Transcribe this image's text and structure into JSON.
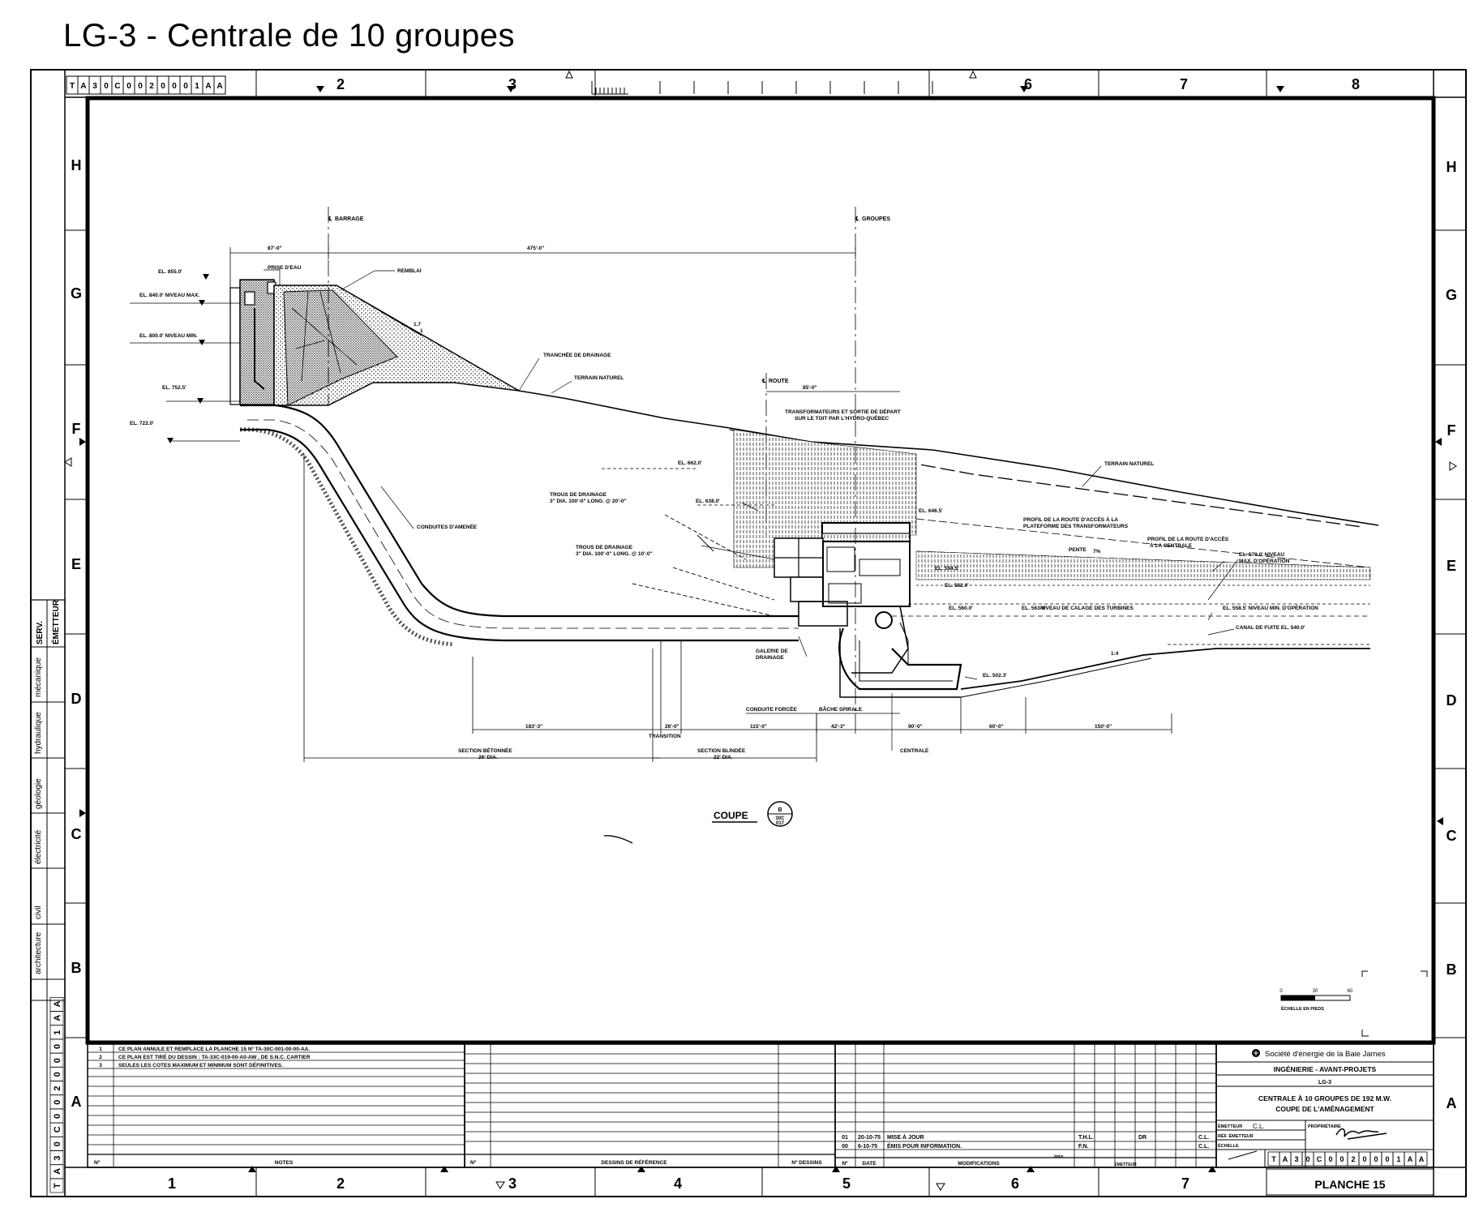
{
  "page_title": "LG-3 - Centrale de 10 groupes",
  "drawing_code_boxes": [
    "T",
    "A",
    "3",
    "0",
    "C",
    "0",
    "0",
    "2",
    "0",
    "0",
    "0",
    "1",
    "A",
    "A"
  ],
  "drawing_code_short": "TA 30C00200 01 AA",
  "column_numbers": [
    "2",
    "3",
    "6",
    "7",
    "8"
  ],
  "bottom_column_numbers": [
    "1",
    "2",
    "3",
    "4",
    "5",
    "6",
    "7"
  ],
  "row_letters": [
    "H",
    "G",
    "F",
    "E",
    "D",
    "C",
    "B",
    "A"
  ],
  "discipline_labels": [
    "mécanique",
    "hydraulique",
    "géologie",
    "électricité",
    "civil",
    "architecture"
  ],
  "side_header": [
    "SERV.",
    "ÉMETTEUR"
  ],
  "axes": {
    "barrage": "BARRAGE",
    "groupes": "GROUPES",
    "route": "ROUTE"
  },
  "dimensions": {
    "d87": "87'-0\"",
    "d475": "475'-0\"",
    "d85": "85'-0\"",
    "d183": "183'-3\"",
    "d26": "26'-0\"",
    "d115": "115'-0\"",
    "d42": "42'-3\"",
    "d90": "90'-0\"",
    "d60": "60'-0\"",
    "d150": "150'-0\""
  },
  "labels": {
    "el855": "EL. 855.0'",
    "prise": "PRISE D'EAU",
    "remblai": "REMBLAI",
    "el840": "EL. 840.0' NIVEAU MAX.",
    "el800": "EL. 800.0' NIVEAU MIN.",
    "el752": "EL. 752.5'",
    "el722": "EL. 722.0'",
    "tranchee": "TRANCHÉE DE DRAINAGE",
    "terrain1": "TERRAIN NATUREL",
    "transfo1": "TRANSFORMATEURS ET SORTIE DE DÉPART",
    "transfo2": "SUR LE TOIT PAR L'HYDRO-QUÉBEC",
    "terrain2": "TERRAIN NATUREL",
    "el662": "EL. 662.0'",
    "trous1a": "TROUS DE DRAINAGE",
    "trous1b": "3\" DIA. 100'-0\" LONG. @ 20'-0\"",
    "el638": "EL. 638.0'",
    "el646": "EL. 646.5'",
    "profil1a": "PROFIL DE LA ROUTE D'ACCÈS À LA",
    "profil1b": "PLATEFORME DES TRANSFORMATEURS",
    "profil2a": "PROFIL DE LA ROUTE D'ACCÈS",
    "profil2b": "À LA CENTRALE",
    "pente": "PENTE",
    "pente_val": "7%",
    "conduites": "CONDUITES D'AMENÉE",
    "trous2a": "TROUS DE DRAINAGE",
    "trous2b": "3\" DIA. 100'-0\" LONG. @ 10'-0\"",
    "el594": "EL. 594.5'",
    "el582": "EL. 582.0'",
    "el579a": "EL. 579.0' NIVEAU",
    "el579b": "MAX. D'OPÉRATION",
    "el560": "EL. 560.0'",
    "el563": "EL. 563.0'",
    "calage": "NIVEAU DE CALAGE DES TURBINES",
    "el558": "EL. 558.5' NIVEAU MIN. D'OPÉRATION",
    "canal": "CANAL DE FUITE EL. 540.0'",
    "galerie1": "GALERIE DE",
    "galerie2": "DRAINAGE",
    "el502": "EL. 502.3'",
    "conduite_forcee": "CONDUITE FORCÉE",
    "bache": "BÂCHE SPIRALE",
    "transition": "TRANSITION",
    "section_betonnee": "SECTION BÉTONNÉE",
    "section_blindee": "SECTION BLINDÉE",
    "centrale": "CENTRALE",
    "ratio": "1:4",
    "slope17": "1.7",
    "slope1": "1",
    "dia26": "26' DIA.",
    "dia22": "22' DIA."
  },
  "section_callout": {
    "title": "COUPE",
    "top": "B",
    "bottom1": "30C",
    "bottom2": "017"
  },
  "scale": {
    "ticks": [
      "0",
      "30",
      "60"
    ],
    "caption": "ÉCHELLE EN PIEDS"
  },
  "notes": [
    {
      "no": "1",
      "text": "CE PLAN ANNULE ET REMPLACE LA PLANCHE 15 Nº TA-30C-001-00-00-AA."
    },
    {
      "no": "2",
      "text": "CE PLAN EST TIRÉ DU DESSIN : TA-33C-019-00-A0-AW , DE S.N.C. CARTIER"
    },
    {
      "no": "3",
      "text": "SEULES LES COTES MAXIMUM ET MINIMUM SONT DÉFINITIVES."
    }
  ],
  "notes_footer": {
    "no": "Nº",
    "notes": "NOTES",
    "no2": "Nº",
    "ref": "DESSINS DE RÉFÉRENCE",
    "no_dessins": "Nº DESSINS"
  },
  "revisions": [
    {
      "no": "01",
      "date": "20-10-75",
      "text": "MISE À JOUR"
    },
    {
      "no": "00",
      "date": "6-10-75",
      "text": "ÉMIS POUR INFORMATION."
    }
  ],
  "rev_header": {
    "no": "Nº",
    "date": "DATE",
    "mods": "MODIFICATIONS"
  },
  "approvals": {
    "r1a": "T.H.L.",
    "r1b": "DR",
    "r1c": "C.L.",
    "r2a": "F.N.",
    "r2c": "C.L.",
    "emetteur": "ÉMETTEUR",
    "row_label": "émis"
  },
  "title_block": {
    "company": "Société d'énergie de la Baie James",
    "dept": "INGÉNIERIE - AVANT-PROJETS",
    "project": "LG-3",
    "title1": "CENTRALE À 10 GROUPES DE 192 M.W.",
    "title2": "COUPE DE L'AMÉNAGEMENT",
    "emetteur_lbl": "ÉMETTEUR",
    "emetteur_val": "C.L.",
    "ref_lbl": "RÉF. ÉMETTEUR",
    "echelle_lbl": "ÉCHELLE",
    "proprietaire_lbl": "PROPRIÉTAIRE",
    "planche": "PLANCHE 15"
  },
  "revision_box": "01",
  "sign_box": "A|A"
}
